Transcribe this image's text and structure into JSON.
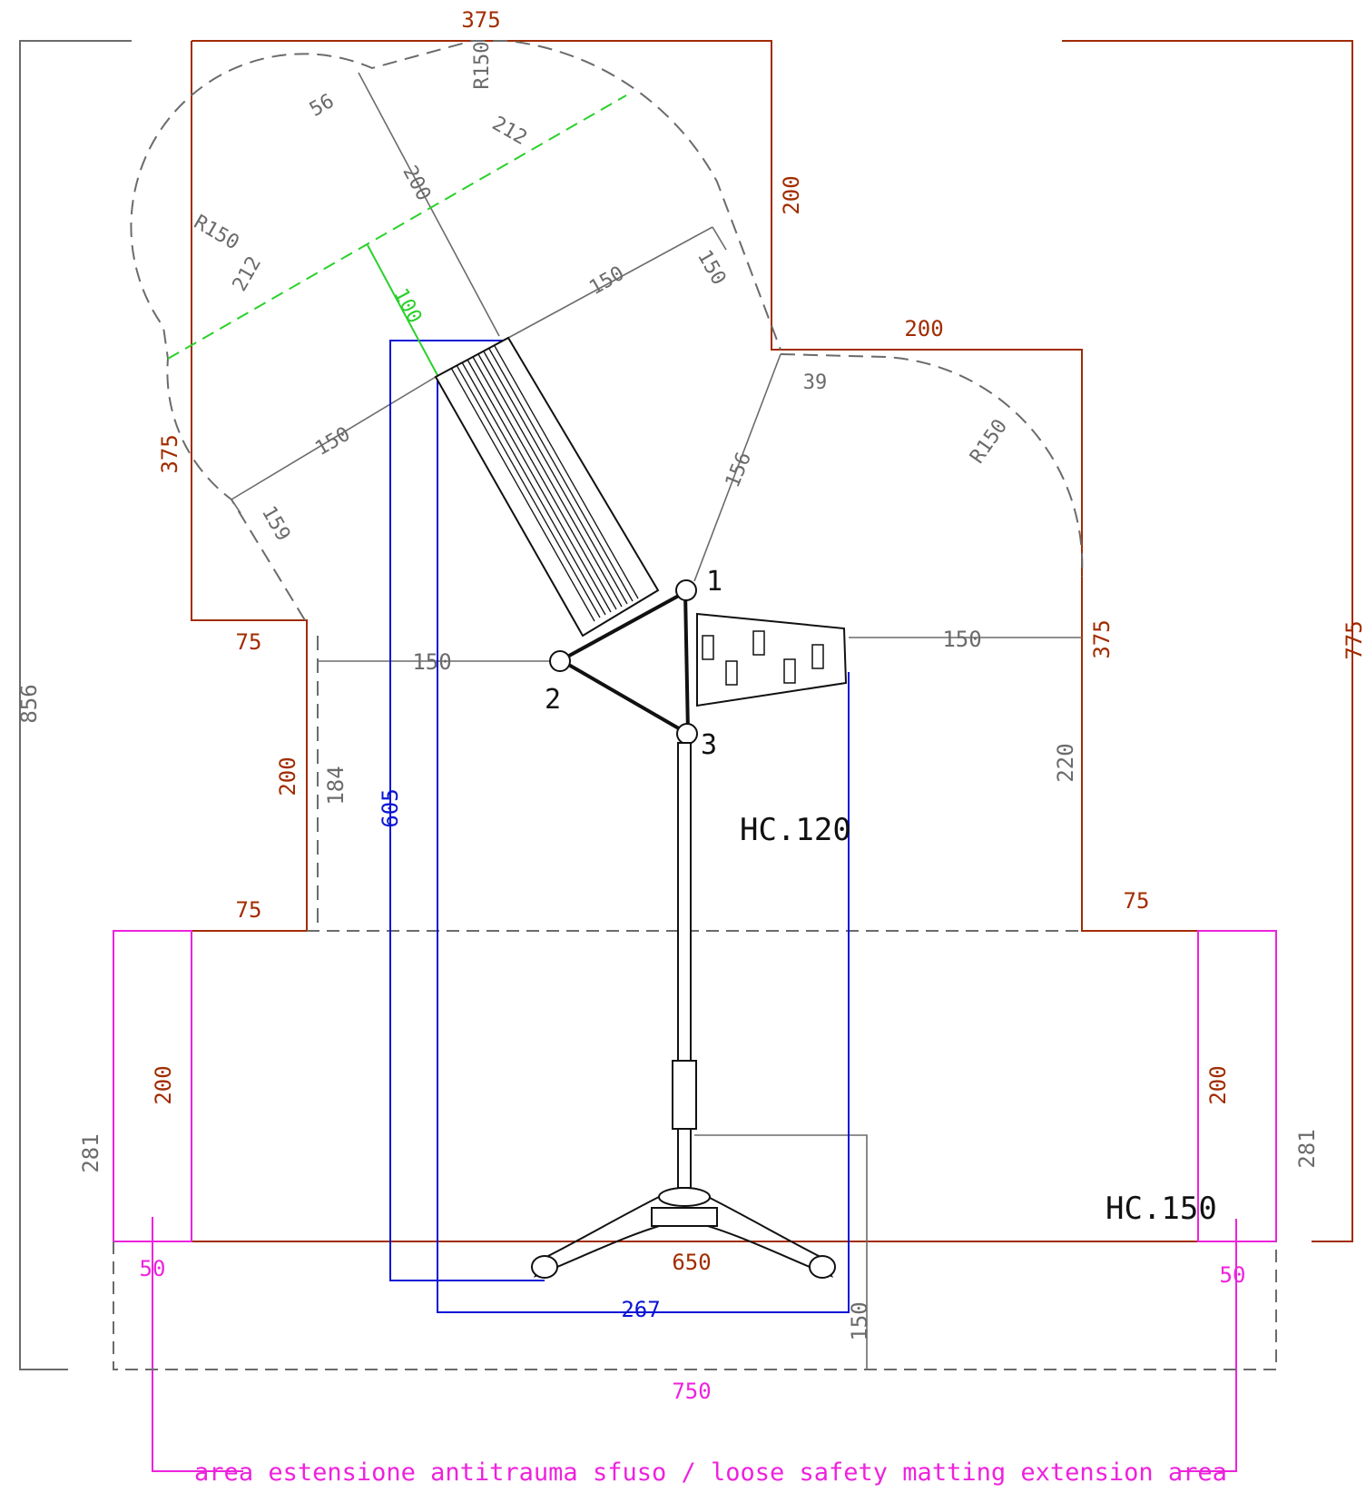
{
  "colors": {
    "outline": "#a12c00",
    "dim": "#6b6b6b",
    "blue": "#0a14d6",
    "green": "#2ad12a",
    "magenta": "#ee22dd",
    "ink": "#111111"
  },
  "labels": {
    "hc120": "HC.120",
    "hc150": "HC.150",
    "caption": "area estensione antitrauma sfuso / loose safety matting extension area",
    "pivot1": "1",
    "pivot2": "2",
    "pivot3": "3"
  },
  "dims": {
    "top_width": "375",
    "right_step_width": "200",
    "right_step_height": "200",
    "left_height": "375",
    "left_notch_top": "75",
    "left_notch_height": "200",
    "left_notch_bottom": "75",
    "right_lower_height": "375",
    "right_notch": "75",
    "base_width": "650",
    "ext_width": "750",
    "ext_left_height": "200",
    "ext_right_height": "200",
    "ext_left_margin": "50",
    "ext_right_margin": "50",
    "total_height_left": "856",
    "total_height_right": "775",
    "side_left_281": "281",
    "side_right_281": "281",
    "blue_height": "605",
    "blue_width": "267",
    "r_top": "R150",
    "r_left": "R150",
    "r_right": "R150",
    "d56": "56",
    "d212_top": "212",
    "d212_left": "212",
    "d200_diag": "200",
    "d150_upper": "150",
    "d150_tr": "150",
    "d150_left": "150",
    "d159": "159",
    "d39": "39",
    "d156": "156",
    "d100": "100",
    "d150_mid_left": "150",
    "d150_mid_right": "150",
    "d184": "184",
    "d220": "220",
    "d150_base": "150"
  }
}
